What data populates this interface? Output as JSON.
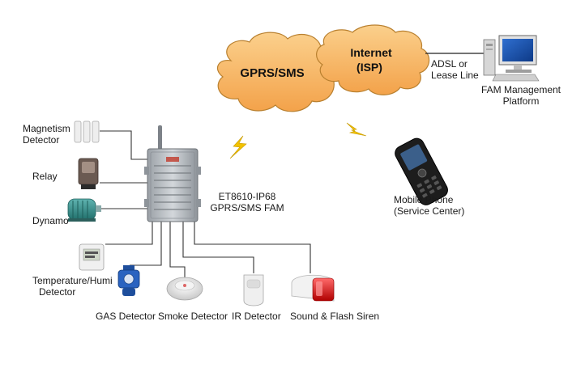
{
  "clouds": {
    "gprs_sms": "GPRS/SMS",
    "internet_line1": "Internet",
    "internet_line2": "(ISP)"
  },
  "links": {
    "adsl_line1": "ADSL or",
    "adsl_line2": "Lease Line"
  },
  "nodes": {
    "fam_platform_line1": "FAM Management",
    "fam_platform_line2": "Platform",
    "mobile_phone_line1": "Mobile Phone",
    "mobile_phone_line2": "(Service Center)",
    "device_line1": "ET8610-IP68",
    "device_line2": "GPRS/SMS FAM"
  },
  "sensors": {
    "magnetism_line1": "Magnetism",
    "magnetism_line2": "Detector",
    "relay": "Relay",
    "dynamo": "Dynamo",
    "temperature_line1": "Temperature/Humi",
    "temperature_line2": "Detector",
    "gas": "GAS Detector",
    "smoke": "Smoke Detector",
    "ir": "IR Detector",
    "siren": "Sound & Flash Siren"
  },
  "colors": {
    "cloud_fill": "#f7b96a",
    "cloud_stroke": "#b9802f",
    "lightning": "#f2c200",
    "device_body": "#b9bec4",
    "connector_line": "#333333"
  }
}
